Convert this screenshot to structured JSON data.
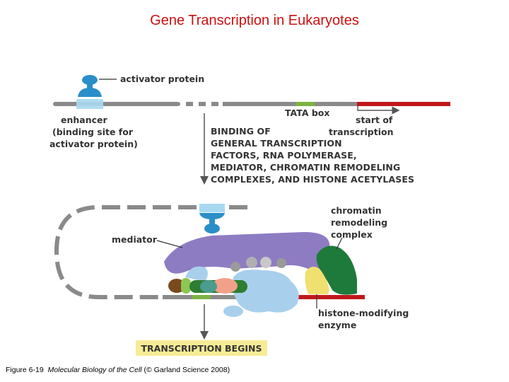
{
  "title": "Gene Transcription in Eukaryotes",
  "labels": {
    "activator_protein": "activator protein",
    "enhancer": [
      "enhancer",
      "(binding site for",
      "activator protein)"
    ],
    "tata_box": "TATA box",
    "start_of_transcription": [
      "start of",
      "transcription"
    ],
    "binding_step": [
      "BINDING OF",
      "GENERAL TRANSCRIPTION",
      "FACTORS, RNA POLYMERASE,",
      "MEDIATOR, CHROMATIN REMODELING",
      "COMPLEXES, AND HISTONE ACETYLASES"
    ],
    "mediator": "mediator",
    "chromatin_remodeling_complex": [
      "chromatin",
      "remodeling",
      "complex"
    ],
    "histone_modifying_enzyme": [
      "histone-modifying",
      "enzyme"
    ],
    "transcription_begins": "TRANSCRIPTION BEGINS"
  },
  "caption": {
    "prefix": "Figure 6-19",
    "book": "Molecular Biology of the Cell",
    "suffix": "(© Garland Science 2008)"
  },
  "colors": {
    "title": "#cc1010",
    "dna": "#8a8a8a",
    "enhancer_site": "#a8d8f0",
    "activator": "#2a8fc8",
    "tata_box": "#7cb342",
    "transcribed_region": "#c0171c",
    "mediator": "#8e7cc3",
    "polymerase": "#a8d0ec",
    "remodeling_complex": "#1e7a3a",
    "histone_enzyme": "#f0e070",
    "begins_box": "#f6ec96"
  }
}
